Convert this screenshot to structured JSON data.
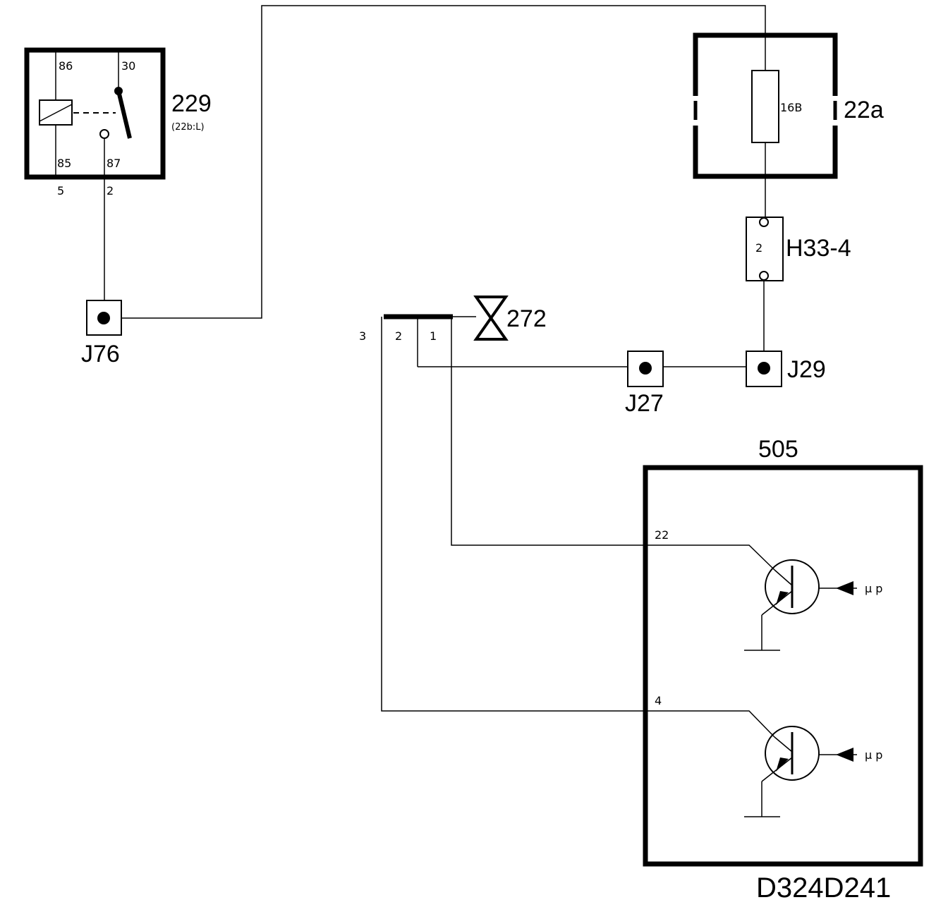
{
  "relay": {
    "id": "229",
    "ref": "(22b:L)",
    "pin_86": "86",
    "pin_30": "30",
    "pin_85": "85",
    "pin_87": "87",
    "wire_5": "5",
    "wire_2": "2"
  },
  "fuse_box": {
    "id": "22a",
    "fuse": "16B"
  },
  "connector_h33": {
    "id": "H33-4",
    "pin": "2"
  },
  "junctions": {
    "j76": "J76",
    "j27": "J27",
    "j29": "J29"
  },
  "component_272": {
    "id": "272",
    "pin_3": "3",
    "pin_2": "2",
    "pin_1": "1"
  },
  "module_505": {
    "id": "505",
    "pin_22": "22",
    "pin_4": "4",
    "signal_1": "µ p",
    "signal_2": "µ p"
  },
  "drawing_code": "D324D241"
}
